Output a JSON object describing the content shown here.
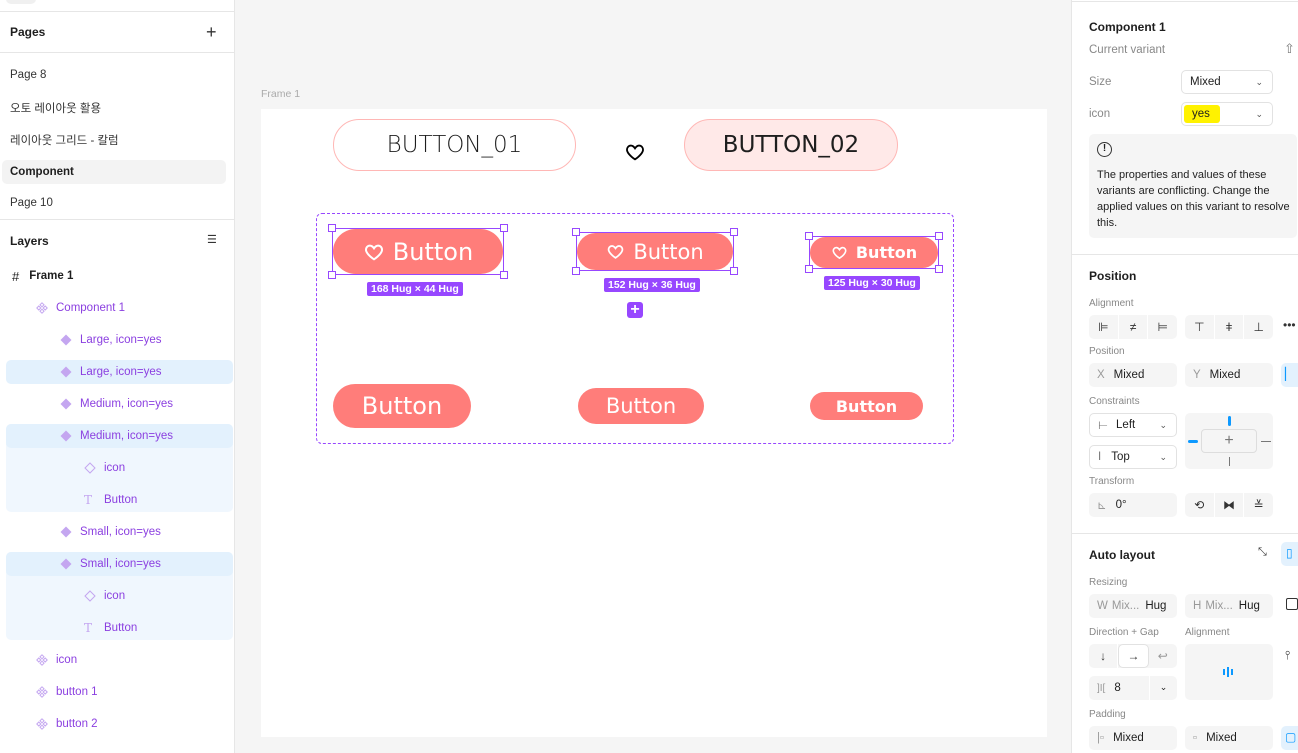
{
  "pages": {
    "title": "Pages",
    "items": [
      "Page 8",
      "오토 레이아웃 활용",
      "레이아웃 그리드 - 칼럼",
      "Component",
      "Page 10"
    ],
    "active": "Component"
  },
  "layers": {
    "title": "Layers",
    "items": [
      {
        "label": "Frame 1",
        "type": "frame"
      },
      {
        "label": "Component 1",
        "type": "component-set"
      },
      {
        "label": "Large, icon=yes",
        "type": "variant"
      },
      {
        "label": "Large, icon=yes",
        "type": "variant",
        "selected": true
      },
      {
        "label": "Medium, icon=yes",
        "type": "variant"
      },
      {
        "label": "Medium, icon=yes",
        "type": "variant",
        "selected": true
      },
      {
        "label": "icon",
        "type": "instance"
      },
      {
        "label": "Button",
        "type": "text"
      },
      {
        "label": "Small, icon=yes",
        "type": "variant"
      },
      {
        "label": "Small, icon=yes",
        "type": "variant",
        "selected": true
      },
      {
        "label": "icon",
        "type": "instance"
      },
      {
        "label": "Button",
        "type": "text"
      },
      {
        "label": "icon",
        "type": "component"
      },
      {
        "label": "button 1",
        "type": "component"
      },
      {
        "label": "button 2",
        "type": "component"
      }
    ]
  },
  "canvas": {
    "frame_label": "Frame 1",
    "top_buttons": [
      "BUTTON_01",
      "BUTTON_02"
    ],
    "button_label": "Button",
    "dims": [
      "168 Hug × 44 Hug",
      "152 Hug × 36 Hug",
      "125 Hug × 30 Hug"
    ],
    "accent": "#ff7d7a",
    "selection": "#9747ff"
  },
  "inspector": {
    "title": "Component 1",
    "current_variant": "Current variant",
    "size_label": "Size",
    "size_value": "Mixed",
    "icon_label": "icon",
    "icon_value": "yes",
    "warning": "The properties and values of these variants are conflicting. Change the applied values on this variant to resolve this.",
    "position": {
      "title": "Position",
      "alignment": "Alignment",
      "position": "Position",
      "x": "Mixed",
      "y": "Mixed",
      "x_label": "X",
      "y_label": "Y",
      "constraints": "Constraints",
      "h_constraint": "Left",
      "v_constraint": "Top",
      "transform": "Transform",
      "rotation": "0°"
    },
    "auto_layout": {
      "title": "Auto layout",
      "resizing": "Resizing",
      "w_label": "W",
      "w_value": "Mix...",
      "w_mode": "Hug",
      "h_label": "H",
      "h_value": "Mix...",
      "h_mode": "Hug",
      "direction_gap": "Direction + Gap",
      "alignment": "Alignment",
      "gap": "8",
      "padding": "Padding",
      "pad_h": "Mixed",
      "pad_v": "Mixed"
    }
  }
}
